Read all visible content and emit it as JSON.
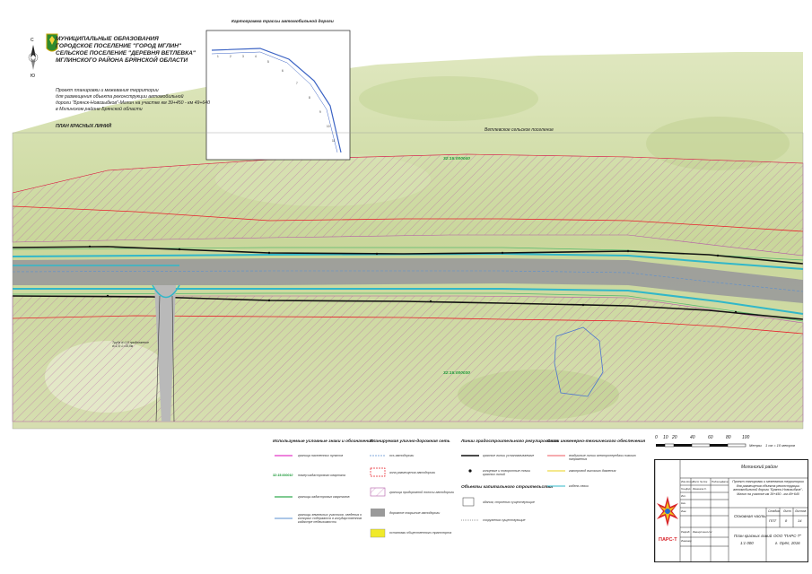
{
  "header": {
    "org_lines": [
      "МУНИЦИПАЛЬНЫЕ ОБРАЗОВАНИЯ",
      "ГОРОДСКОЕ ПОСЕЛЕНИЕ \"ГОРОД МГЛИН\"",
      "СЕЛЬСКОЕ ПОСЕЛЕНИЕ \"ДЕРЕВНЯ ВЕТЛЕВКА\"",
      "МГЛИНСКОГО РАЙОНА БРЯНСКОЙ ОБЛАСТИ"
    ],
    "project_lines": [
      "Проект планировки и межевания территории",
      "для размещения объекта реконструкции автомобильной",
      "дороги \"Брянск-Новозыбков\"-Мглин на участке км 39+450 - км 49+640",
      "в Мглинском районе Брянской области"
    ],
    "plan_title": "ПЛАН КРАСНЫХ ЛИНИЙ"
  },
  "inset": {
    "title": "Картограмма трассы автомобильной дороги"
  },
  "map_labels": {
    "settlement": "Ветлевское сельское поселение",
    "cadastral_top": "32:15:000040",
    "cadastral_bottom": "32:15:000030",
    "culvert": "Труба d=1,5 продолжение d=1,5; L=15,0м"
  },
  "scale": {
    "ticks": [
      "0",
      "10",
      "20",
      "40",
      "60",
      "80",
      "100"
    ],
    "units": "Метры",
    "ratio_text": "1 см = 10 метров"
  },
  "legend": {
    "title": "Используемые условные знаки и обозначения",
    "sections": {
      "road": "Планируемая улично-дорожная сеть",
      "red_lines": "Линии градостроительного регулирования",
      "engineering": "Сети инженерно-технического обеспечения",
      "capital": "Объекты капитального строительства"
    },
    "items": {
      "settlements": "граница населенных пунктов",
      "cad_number_code": "32:15:000010",
      "cad_number": "номер кадастрового квартала",
      "cad_border": "границы кадастровых кварталов",
      "parcels": "границы земельных участков, сведения о которых содержатся в государственном кадастре недвижимости",
      "axis": "ось автодороги",
      "placement": "зона размещения автодороги",
      "roadside": "граница придорожной полосы автодороги",
      "pavement": "дорожное покрытие автодороги",
      "stops": "остановки общественного транспорта",
      "red_line": "красные линии устанавливаемые",
      "red_points": "концевые и поворотные точки красных линий",
      "buildings": "здания, строения существующие",
      "structures": "сооружения существующие",
      "power": "воздушные линии электропередачи низкого напряжения",
      "gas": "газопровод высокого давления",
      "cable": "кабель связи"
    }
  },
  "title_block": {
    "district": "Мглинский район",
    "description": "Проект планировки и межевания территории для размещения объекта реконструкции автомобильной дороги \"Брянск-Новозыбков\"-Мглин на участке км 39+450 - км 49+640",
    "section": "Основная часть",
    "stage_head": "Стадия",
    "sheet_head": "Лист",
    "sheets_head": "Листов",
    "stage": "ППТ",
    "sheet": "8",
    "sheets": "14",
    "drawing": "План красных линий",
    "drawing_scale": "1:1 000",
    "company": "ООО \"ПАРС-Т\"",
    "city": "г. Орёл, 2016",
    "logo_text": "ПАРС-Т",
    "roles": [
      "Изм.",
      "Кол.уч",
      "Лист",
      "№ док.",
      "Подпись",
      "Дата",
      "Ген.Дир.",
      "Исп.",
      "Нач.",
      "Инж.",
      "Разраб.",
      "Инженер"
    ],
    "names": [
      "Ивченков С.",
      "Ивашутина Н.Н."
    ]
  },
  "colors": {
    "red_line": "#e8202a",
    "road": "#9a9a9a",
    "cyan": "#31b7c9",
    "green": "#55b86d",
    "hatch": "#b55aa8",
    "field": "#cfd9a8"
  }
}
